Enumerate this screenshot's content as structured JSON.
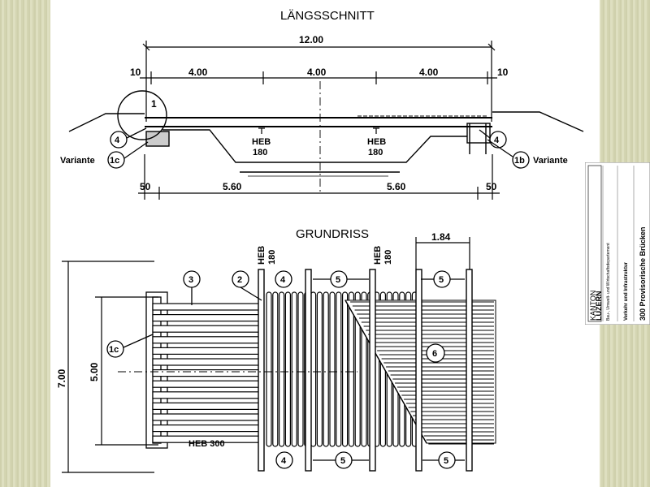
{
  "long_section": {
    "title": "LÄNGSSCHNITT",
    "dim_total": "12.00",
    "dim_left_edge": "10",
    "dim_right_edge": "10",
    "dim_spans": [
      "4.00",
      "4.00",
      "4.00"
    ],
    "beam_label": "HEB",
    "beam_size": "180",
    "variant_label": "Variante",
    "detail_marker": "1",
    "bottom_dims": [
      "50",
      "5.60",
      "5.60",
      "50"
    ],
    "callouts": [
      "4",
      "1c",
      "4",
      "1b"
    ]
  },
  "plan": {
    "title": "GRUNDRISS",
    "dim_top": "1.84",
    "dim_width_outer": "7.00",
    "dim_width_inner": "5.00",
    "beam_bottom_label": "HEB 300",
    "beam_vertical": "HEB\n180",
    "callouts_top": [
      "3",
      "2",
      "4",
      "5",
      "5"
    ],
    "callout_left": "1c",
    "callout_center": "6",
    "callouts_bottom": [
      "4",
      "5",
      "5"
    ]
  },
  "side_card": {
    "canton_top": "KANTON",
    "canton_bottom": "LUZERN",
    "department": "Bau-, Umwelt- und Wirtschaftsdepartement",
    "office": "Verkehr und Infrastruktur",
    "title": "300 Provisorische Brücken"
  }
}
